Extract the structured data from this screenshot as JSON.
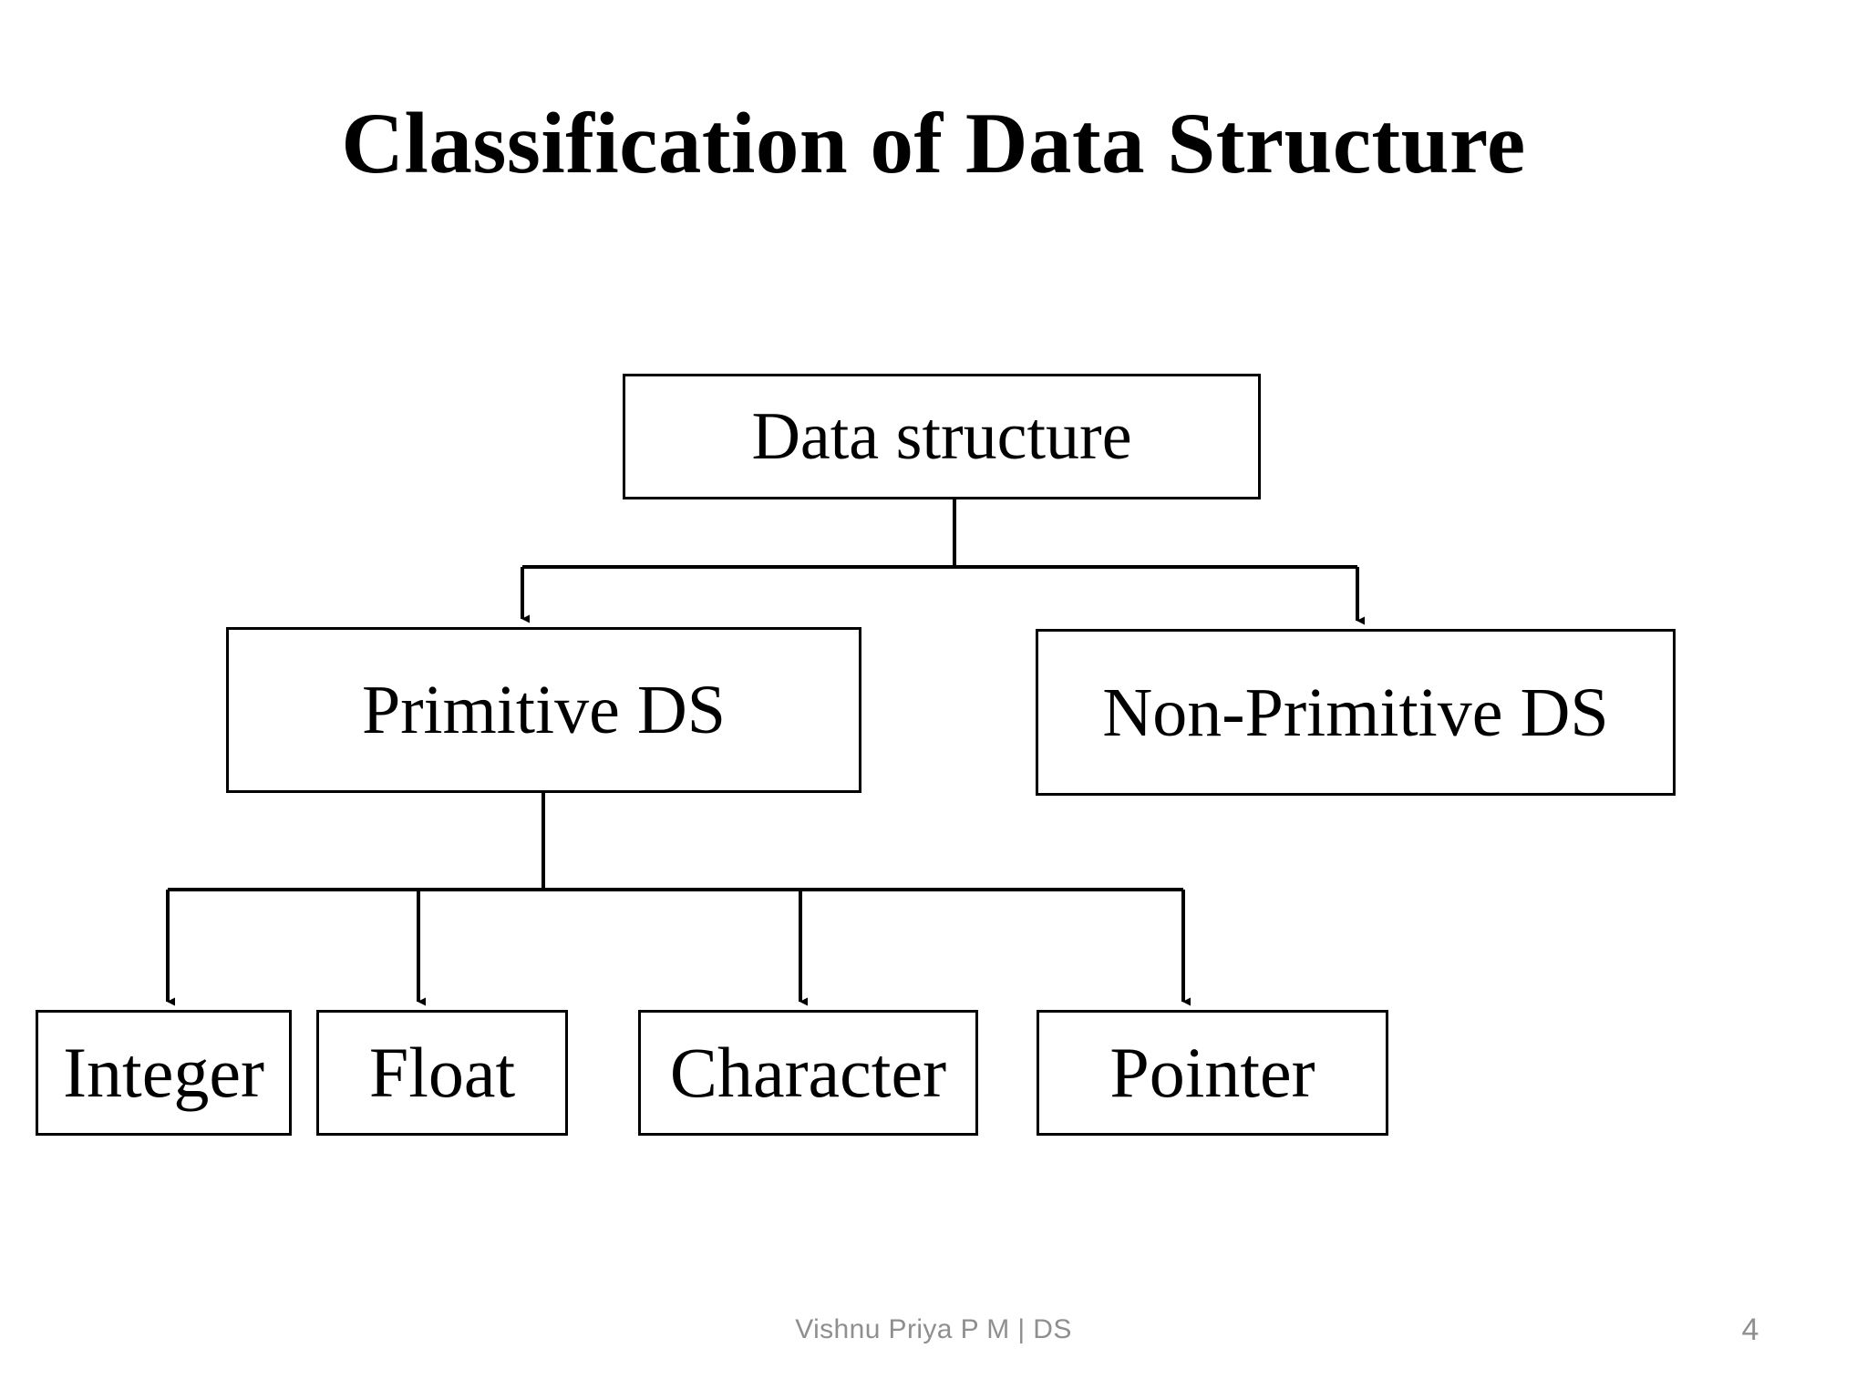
{
  "slide": {
    "title": "Classification of Data Structure",
    "background_color": "#FFFFFF",
    "ink_color": "#000000",
    "footer_color": "#8F8F8F"
  },
  "diagram": {
    "type": "tree",
    "root": {
      "id": "root",
      "label": "Data structure"
    },
    "level2": [
      {
        "id": "primitive",
        "label": "Primitive DS"
      },
      {
        "id": "nonprimitive",
        "label": "Non-Primitive DS"
      }
    ],
    "level3": [
      {
        "id": "integer",
        "label": "Integer"
      },
      {
        "id": "float",
        "label": "Float"
      },
      {
        "id": "character",
        "label": "Character"
      },
      {
        "id": "pointer",
        "label": "Pointer"
      }
    ],
    "edges": [
      {
        "from": "root",
        "to": "primitive",
        "arrow": "down"
      },
      {
        "from": "root",
        "to": "nonprimitive",
        "arrow": "down"
      },
      {
        "from": "primitive",
        "to": "integer",
        "arrow": "down"
      },
      {
        "from": "primitive",
        "to": "float",
        "arrow": "down"
      },
      {
        "from": "primitive",
        "to": "character",
        "arrow": "down"
      },
      {
        "from": "primitive",
        "to": "pointer",
        "arrow": "down"
      }
    ]
  },
  "footer": {
    "note": "Vishnu Priya P M | DS",
    "page_number": "4"
  }
}
